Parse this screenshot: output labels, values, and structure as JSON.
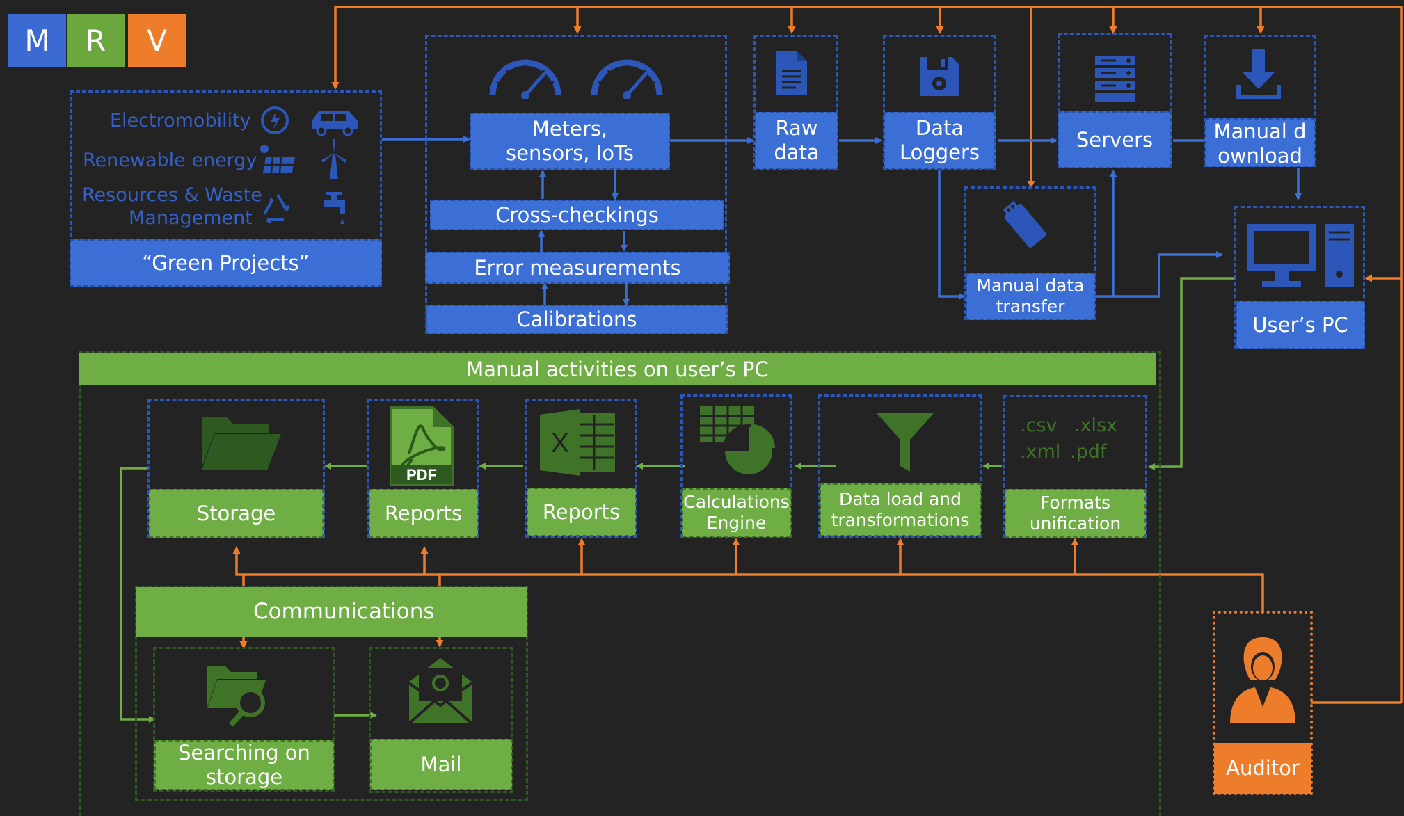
{
  "logo": {
    "letters": [
      "M",
      "R",
      "V"
    ]
  },
  "green_projects": {
    "categories": [
      "Electromobility",
      "Renewable energy",
      "Resources & Waste",
      "Management"
    ],
    "title": "“Green Projects”"
  },
  "measurement": {
    "meters": "Meters, sensors, IoTs",
    "cross": "Cross-checkings",
    "error": "Error measurements",
    "calib": "Calibrations"
  },
  "pipeline": {
    "raw_data": "Raw data",
    "loggers": "Data Loggers",
    "servers": "Servers",
    "manual_download": "Manual download",
    "manual_transfer": "Manual data transfer",
    "user_pc": "User’s PC"
  },
  "manual": {
    "title": "Manual activities on user’s PC",
    "storage": "Storage",
    "reports_pdf": "Reports",
    "reports_xls": "Reports",
    "calc": "Calculations Engine",
    "dataload": "Data load and transformations",
    "formats": "Formats unification",
    "formats_ext": [
      ".csv",
      ".xlsx",
      ".xml",
      ".pdf"
    ],
    "communications": "Communications",
    "search": "Searching on storage",
    "mail": "Mail",
    "pdf_badge": "PDF",
    "excel_letter": "X"
  },
  "auditor": {
    "label": "Auditor"
  },
  "colors": {
    "blue": "#3c6fd6",
    "green": "#6fae44",
    "orange": "#ee7d2b",
    "background": "#232323"
  },
  "icons": [
    "gauge-icon",
    "document-icon",
    "floppy-disk-icon",
    "server-icon",
    "download-icon",
    "usb-stick-icon",
    "desktop-computer-icon",
    "folder-icon",
    "pdf-file-icon",
    "excel-file-icon",
    "spreadsheet-chart-icon",
    "funnel-icon",
    "folder-search-icon",
    "mail-icon",
    "auditor-person-icon",
    "car-icon",
    "solar-panel-icon",
    "wind-turbine-icon",
    "recycle-icon",
    "tap-icon",
    "ev-charger-icon"
  ]
}
